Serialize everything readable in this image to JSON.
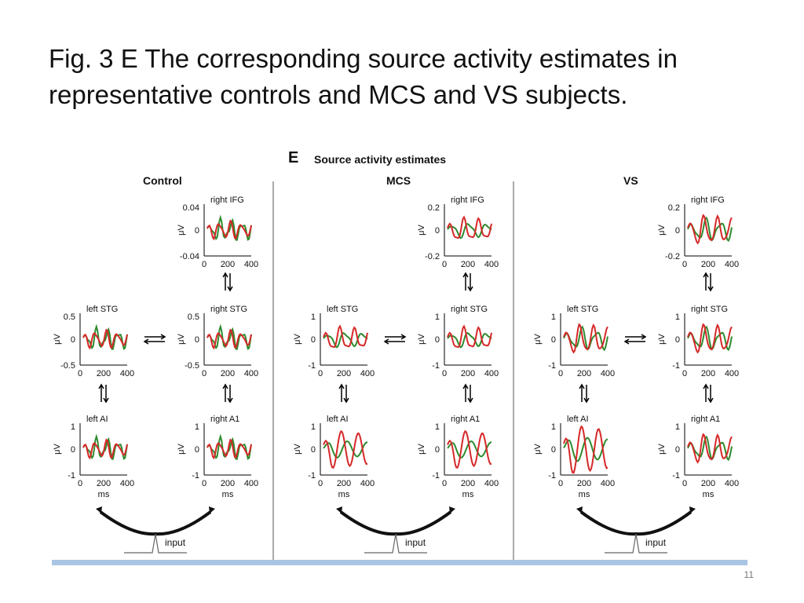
{
  "slide": {
    "title_line1": "Fig. 3 E The corresponding source activity estimates in",
    "title_line2": "representative controls and MCS and VS subjects.",
    "page_number": "11"
  },
  "figure": {
    "panel_letter": "E",
    "panel_title": "Source activity estimates",
    "y_unit": "μV",
    "x_unit": "ms",
    "input_label": "input",
    "colors": {
      "red": "#d62828",
      "green": "#2e8b2e",
      "rule": "#a9c5e3"
    },
    "groups": [
      {
        "name": "Control",
        "plots": {
          "right_ifg": {
            "label": "right IFG",
            "ymax": "0.04",
            "ymin": "-0.04"
          },
          "right_stg": {
            "label": "right STG",
            "ymax": "0.5",
            "ymin": "-0.5"
          },
          "left_stg": {
            "label": "left STG",
            "ymax": "0.5",
            "ymin": "-0.5"
          },
          "left_a1": {
            "label": "left AI",
            "ymax": "1",
            "ymin": "-1"
          },
          "right_a1": {
            "label": "right A1",
            "ymax": "1",
            "ymin": "-1"
          }
        }
      },
      {
        "name": "MCS",
        "plots": {
          "right_ifg": {
            "label": "right IFG",
            "ymax": "0.2",
            "ymin": "-0.2"
          },
          "right_stg": {
            "label": "right STG",
            "ymax": "1",
            "ymin": "-1"
          },
          "left_stg": {
            "label": "left STG",
            "ymax": "1",
            "ymin": "-1"
          },
          "left_a1": {
            "label": "left AI",
            "ymax": "1",
            "ymin": "-1"
          },
          "right_a1": {
            "label": "right A1",
            "ymax": "1",
            "ymin": "-1"
          }
        }
      },
      {
        "name": "VS",
        "plots": {
          "right_ifg": {
            "label": "right IFG",
            "ymax": "0.2",
            "ymin": "-0.2"
          },
          "right_stg": {
            "label": "right STG",
            "ymax": "1",
            "ymin": "-1"
          },
          "left_stg": {
            "label": "left STG",
            "ymax": "1",
            "ymin": "-1"
          },
          "left_a1": {
            "label": "left AI",
            "ymax": "1",
            "ymin": "-1"
          },
          "right_a1": {
            "label": "right A1",
            "ymax": "1",
            "ymin": "-1"
          }
        }
      }
    ],
    "x_ticks": [
      "0",
      "200",
      "400"
    ]
  }
}
